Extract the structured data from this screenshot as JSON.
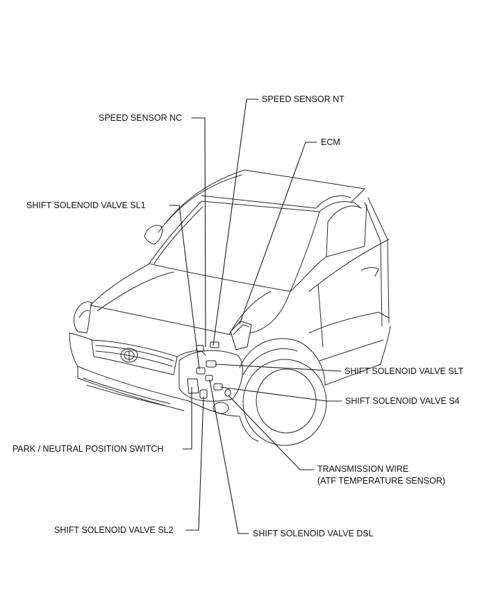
{
  "labels": {
    "speed_sensor_nt": "SPEED SENSOR NT",
    "speed_sensor_nc": "SPEED SENSOR NC",
    "ecm": "ECM",
    "shift_solenoid_valve_sl1": "SHIFT SOLENOID VALVE SL1",
    "shift_solenoid_valve_slt": "SHIFT SOLENOID VALVE SLT",
    "shift_solenoid_valve_s4": "SHIFT SOLENOID VALVE S4",
    "park_neutral_position_switch": "PARK / NEUTRAL POSITION SWITCH",
    "transmission_wire_line1": "TRANSMISSION WIRE",
    "transmission_wire_line2": "(ATF TEMPERATURE SENSOR)",
    "shift_solenoid_valve_sl2": "SHIFT SOLENOID VALVE SL2",
    "shift_solenoid_valve_dsl": "SHIFT SOLENOID VALVE DSL"
  },
  "colors": {
    "line": "#1a1a1a",
    "text": "#111111",
    "background": "#ffffff"
  }
}
